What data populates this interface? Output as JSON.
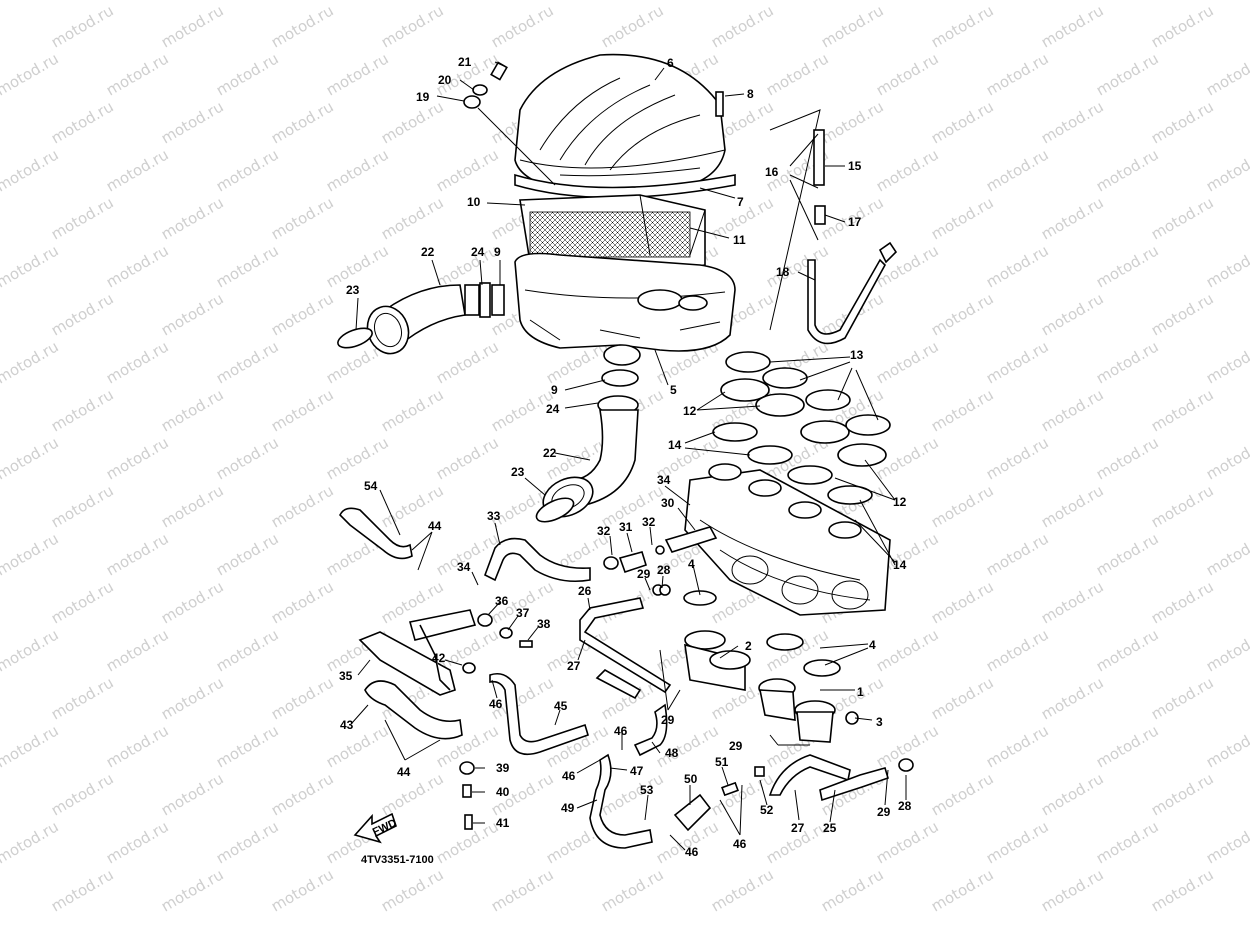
{
  "diagram": {
    "watermark": "motod.ru",
    "drawing_code": "4TV3351-7100",
    "fwd_label": "FWD",
    "callouts": [
      "1",
      "2",
      "3",
      "4",
      "5",
      "6",
      "7",
      "8",
      "9",
      "10",
      "11",
      "12",
      "13",
      "14",
      "15",
      "16",
      "17",
      "18",
      "19",
      "20",
      "21",
      "22",
      "23",
      "24",
      "25",
      "26",
      "27",
      "28",
      "29",
      "30",
      "31",
      "32",
      "33",
      "34",
      "35",
      "36",
      "37",
      "38",
      "39",
      "40",
      "41",
      "42",
      "43",
      "44",
      "45",
      "46",
      "47",
      "48",
      "49",
      "50",
      "51",
      "52",
      "53",
      "54"
    ]
  },
  "colors": {
    "line": "#000000",
    "background": "#ffffff",
    "watermark": "#cfcfcf"
  }
}
